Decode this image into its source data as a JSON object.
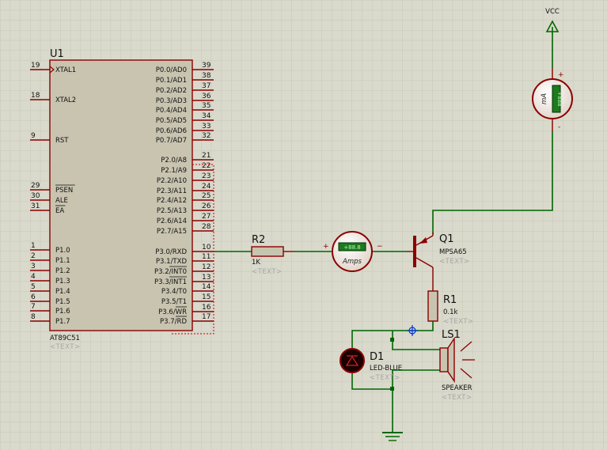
{
  "mcu": {
    "ref": "U1",
    "part": "AT89C51",
    "text_placeholder": "<TEXT>",
    "left_pins": [
      {
        "num": "19",
        "label": "XTAL1"
      },
      {
        "num": "18",
        "label": "XTAL2"
      },
      {
        "num": "9",
        "label": "RST"
      },
      {
        "num": "29",
        "label": "PSEN"
      },
      {
        "num": "30",
        "label": "ALE"
      },
      {
        "num": "31",
        "label": "EA"
      },
      {
        "num": "1",
        "label": "P1.0"
      },
      {
        "num": "2",
        "label": "P1.1"
      },
      {
        "num": "3",
        "label": "P1.2"
      },
      {
        "num": "4",
        "label": "P1.3"
      },
      {
        "num": "5",
        "label": "P1.4"
      },
      {
        "num": "6",
        "label": "P1.5"
      },
      {
        "num": "7",
        "label": "P1.6"
      },
      {
        "num": "8",
        "label": "P1.7"
      }
    ],
    "right_pins": [
      {
        "num": "39",
        "label": "P0.0/AD0"
      },
      {
        "num": "38",
        "label": "P0.1/AD1"
      },
      {
        "num": "37",
        "label": "P0.2/AD2"
      },
      {
        "num": "36",
        "label": "P0.3/AD3"
      },
      {
        "num": "35",
        "label": "P0.4/AD4"
      },
      {
        "num": "34",
        "label": "P0.5/AD5"
      },
      {
        "num": "33",
        "label": "P0.6/AD6"
      },
      {
        "num": "32",
        "label": "P0.7/AD7"
      },
      {
        "num": "21",
        "label": "P2.0/A8"
      },
      {
        "num": "22",
        "label": "P2.1/A9"
      },
      {
        "num": "23",
        "label": "P2.2/A10"
      },
      {
        "num": "24",
        "label": "P2.3/A11"
      },
      {
        "num": "25",
        "label": "P2.4/A12"
      },
      {
        "num": "26",
        "label": "P2.5/A13"
      },
      {
        "num": "27",
        "label": "P2.6/A14"
      },
      {
        "num": "28",
        "label": "P2.7/A15"
      },
      {
        "num": "10",
        "label": "P3.0/RXD"
      },
      {
        "num": "11",
        "label": "P3.1/TXD"
      },
      {
        "num": "12",
        "label": "P3.2/INT0"
      },
      {
        "num": "13",
        "label": "P3.3/INT1"
      },
      {
        "num": "14",
        "label": "P3.4/T0"
      },
      {
        "num": "15",
        "label": "P3.5/T1"
      },
      {
        "num": "16",
        "label": "P3.6/WR"
      },
      {
        "num": "17",
        "label": "P3.7/RD"
      }
    ]
  },
  "r2": {
    "ref": "R2",
    "value": "1K",
    "placeholder": "<TEXT>"
  },
  "ammeter": {
    "label": "Amps",
    "display": "+88.8",
    "plus": "+",
    "minus": "−"
  },
  "q1": {
    "ref": "Q1",
    "part": "MPSA65",
    "placeholder": "<TEXT>"
  },
  "r1": {
    "ref": "R1",
    "value": "0.1k",
    "placeholder": "<TEXT>"
  },
  "d1": {
    "ref": "D1",
    "part": "LED-BLUE",
    "placeholder": "<TEXT>"
  },
  "ls1": {
    "ref": "LS1",
    "part": "SPEAKER",
    "placeholder": "<TEXT>"
  },
  "milliammeter": {
    "label": "mA",
    "display": "+888",
    "plus": "+",
    "minus": "-"
  },
  "power": {
    "label": "VCC"
  },
  "colors": {
    "background": "#d9d9cc",
    "grid": "#c4c4b4",
    "component": "#8b0000",
    "wire": "#006600",
    "chip_fill": "#c8c4b0",
    "meter_display": "#1e7a1e"
  }
}
